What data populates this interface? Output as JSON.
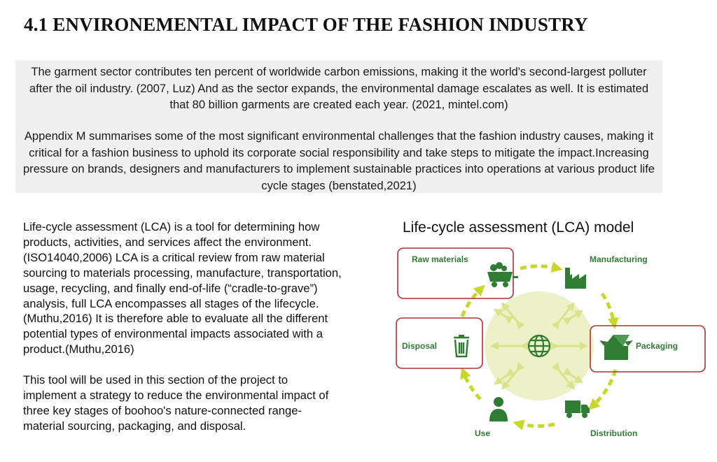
{
  "heading": "4.1 ENVIRONEMENTAL IMPACT OF THE FASHION INDUSTRY",
  "summary": {
    "paragraph1": "The garment sector contributes ten percent of worldwide carbon emissions, making it the world's second-largest polluter after the oil industry. (2007, Luz) And as the sector expands, the environmental damage escalates as well. It is estimated that 80 billion garments are created each year. (2021, mintel.com)",
    "paragraph2": "Appendix M summarises some of the most significant environmental challenges that the fashion industry causes, making it critical for a fashion business to uphold its corporate social responsibility and take steps to mitigate the impact.Increasing pressure on brands, designers and manufacturers to implement sustainable practices into operations at various product life cycle stages (benstated,2021)"
  },
  "body": {
    "paragraph1": "Life-cycle assessment (LCA) is a tool for determining how\nproducts, activities, and services affect the environment.\n(ISO14040,2006) LCA is a critical review from raw material\nsourcing to materials processing, manufacture, transportation,\nusage, recycling, and finally end-of-life (“cradle-to-grave”)\nanalysis, full LCA encompasses all stages of the lifecycle.\n(Muthu,2016) It is therefore able to evaluate all the different\npotential types of environmental impacts associated with a\nproduct.(Muthu,2016)",
    "paragraph2": "This tool will be used in this section of the project to\nimplement a strategy to reduce the environmental impact of\nthree key stages of boohoo's nature-connected range-\nmaterial sourcing, packaging, and disposal."
  },
  "diagram": {
    "title": "Life-cycle assessment (LCA) model",
    "stages": {
      "raw_materials": "Raw materials",
      "manufacturing": "Manufacturing",
      "packaging": "Packaging",
      "distribution": "Distribution",
      "use": "Use",
      "disposal": "Disposal"
    },
    "highlighted_stages": [
      "Raw materials",
      "Packaging",
      "Disposal"
    ],
    "colors": {
      "label_green": "#2f7d32",
      "icon_green": "#2e7d32",
      "cycle_arrow": "#c8d82a",
      "center_circle": "#eef0c8",
      "highlight_border": "#b03030"
    }
  }
}
